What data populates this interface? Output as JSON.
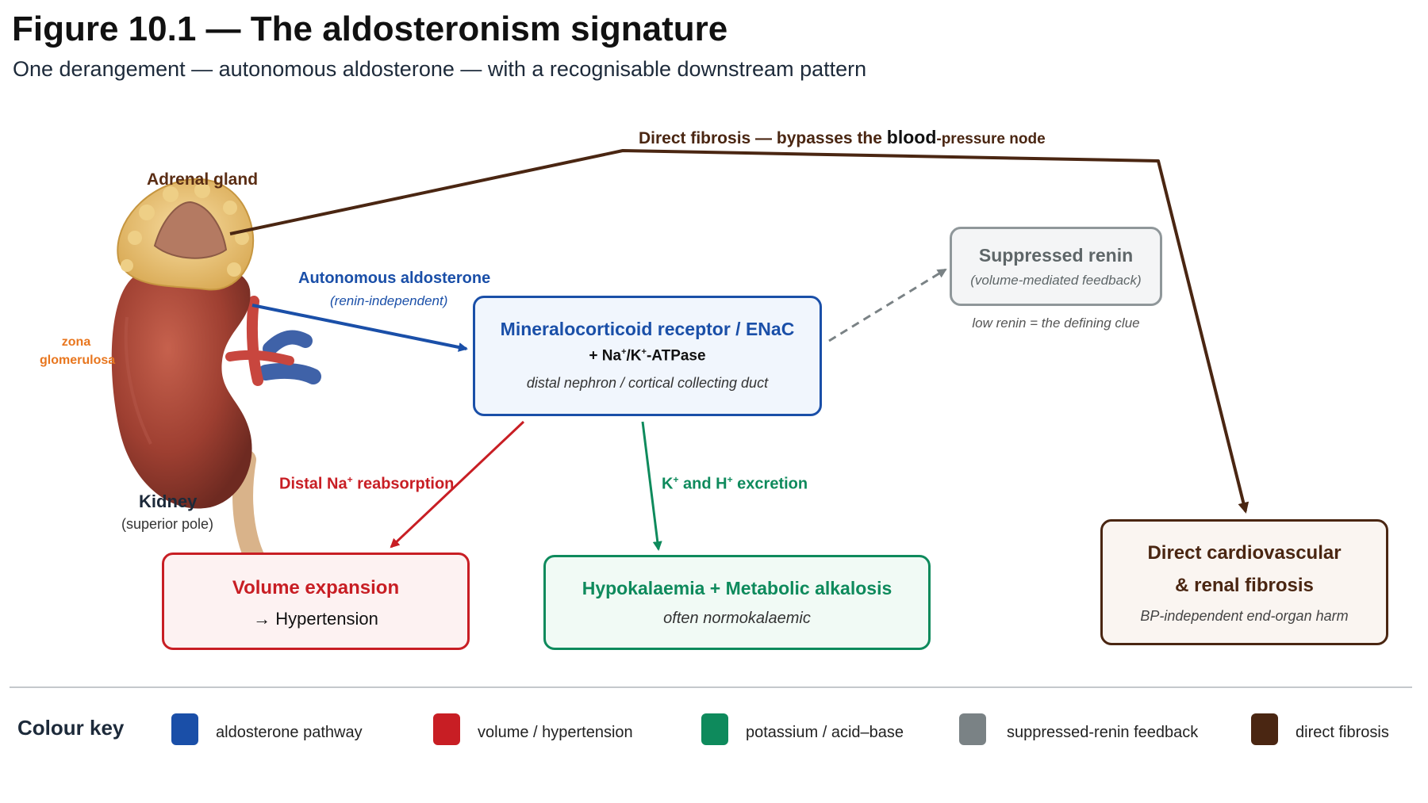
{
  "title": "Figure 10.1 — The aldosteronism signature",
  "subtitle": "One derangement — autonomous aldosterone — with a recognisable downstream pattern",
  "anatomy": {
    "adrenal_label": "Adrenal gland",
    "zona_label_1": "zona",
    "zona_label_2": "glomerulosa",
    "kidney_label": "Kidney",
    "kidney_sublabel": "(superior pole)"
  },
  "arrows": {
    "fibrosis_top_prefix": "Direct fibrosis — bypasses the ",
    "fibrosis_top_bold": "blood",
    "fibrosis_top_suffix": "-pressure node",
    "aldosterone_label": "Autonomous aldosterone",
    "aldosterone_sublabel": "(renin-independent)",
    "sodium_label_pre": "Distal Na",
    "sodium_label_sup": "+",
    "sodium_label_post": " reabsorption",
    "potassium_label_a": "K",
    "potassium_sup_a": "+",
    "potassium_label_b": " and H",
    "potassium_sup_b": "+",
    "potassium_label_c": " excretion"
  },
  "nodes": {
    "receptor": {
      "title": "Mineralocorticoid receptor / ENaC",
      "line2_a": "+ Na",
      "line2_sup1": "+",
      "line2_b": "/K",
      "line2_sup2": "+",
      "line2_c": "-ATPase",
      "note": "distal nephron / cortical collecting duct"
    },
    "renin": {
      "title": "Suppressed renin",
      "note": "(volume-mediated feedback)",
      "caption": "low renin = the defining clue"
    },
    "volume": {
      "title": "Volume expansion",
      "line2": "→ Hypertension"
    },
    "hypok": {
      "title": "Hypokalaemia + Metabolic alkalosis",
      "note": "often normokalaemic"
    },
    "fibrosis": {
      "title_1": "Direct cardiovascular",
      "title_2": "& renal fibrosis",
      "note": "BP-independent end-organ harm"
    }
  },
  "colour_key": {
    "heading": "Colour key",
    "items": [
      {
        "label": "aldosterone pathway",
        "color": "#1a4fa8"
      },
      {
        "label": "volume / hypertension",
        "color": "#c81e24"
      },
      {
        "label": "potassium / acid–base",
        "color": "#0e8a5c"
      },
      {
        "label": "suppressed-renin feedback",
        "color": "#7a8285"
      },
      {
        "label": "direct fibrosis",
        "color": "#4a2612"
      }
    ]
  },
  "colors": {
    "blue": "#1a4fa8",
    "red": "#c81e24",
    "green": "#0e8a5c",
    "grey": "#7a8285",
    "brown": "#4a2612"
  }
}
